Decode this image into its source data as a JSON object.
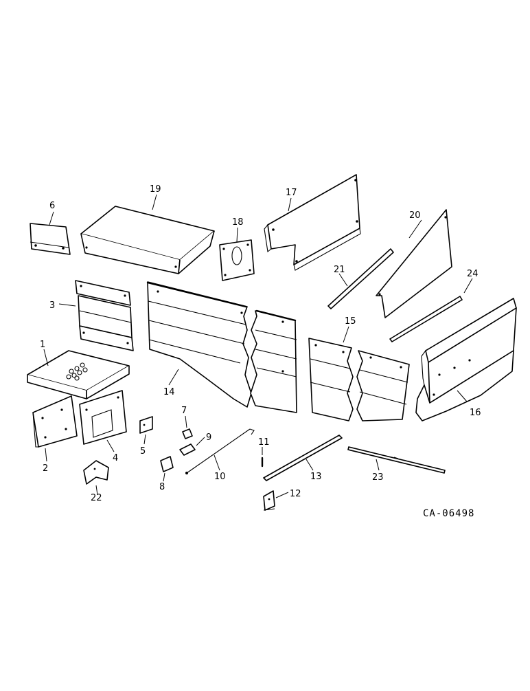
{
  "drawing": {
    "reference": "CA-06498",
    "callouts": [
      "1",
      "2",
      "3",
      "4",
      "5",
      "6",
      "7",
      "8",
      "9",
      "10",
      "11",
      "12",
      "13",
      "14",
      "15",
      "16",
      "17",
      "18",
      "19",
      "20",
      "21",
      "22",
      "23",
      "24"
    ]
  }
}
